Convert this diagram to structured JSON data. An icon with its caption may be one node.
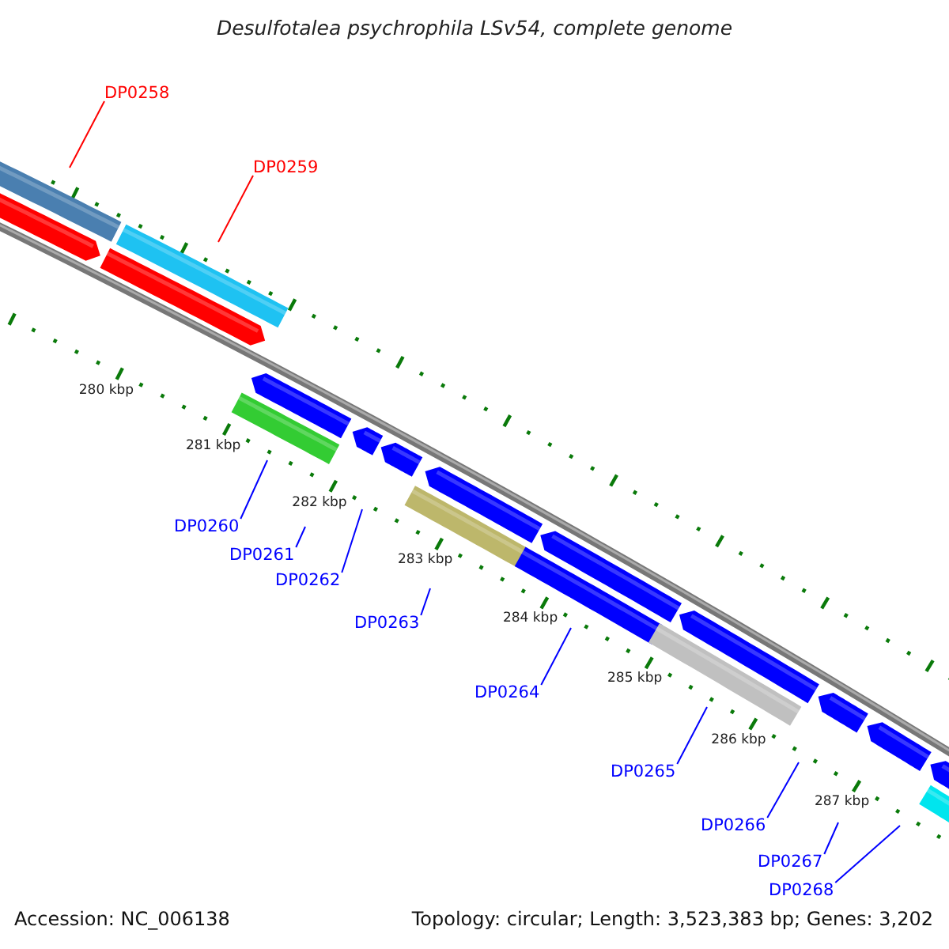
{
  "diagram": {
    "title": "Desulfotalea psychrophila LSv54, complete genome",
    "nodes": [
      {
        "text": [
          "DP0258"
        ]
      },
      {
        "text": [
          "DP0259"
        ]
      },
      {
        "text": [
          "DP0260"
        ]
      },
      {
        "text": [
          "DP0261"
        ]
      },
      {
        "text": [
          "DP0262"
        ]
      },
      {
        "text": [
          "DP0263"
        ]
      },
      {
        "text": [
          "DP0264"
        ]
      },
      {
        "text": [
          "DP0265"
        ]
      },
      {
        "text": [
          "DP0266"
        ]
      },
      {
        "text": [
          "DP0267"
        ]
      },
      {
        "text": [
          "DP0268"
        ]
      }
    ],
    "edges": [
      {
        "from": 0,
        "to": null,
        "arrow": "none",
        "color": "#ff0000"
      },
      {
        "from": 1,
        "to": null,
        "arrow": "none",
        "color": "#ff0000"
      },
      {
        "from": 2,
        "to": null,
        "arrow": "none"
      },
      {
        "from": 3,
        "to": null,
        "arrow": "none"
      },
      {
        "from": 4,
        "to": null,
        "arrow": "none"
      },
      {
        "from": 5,
        "to": null,
        "arrow": "none"
      },
      {
        "from": 6,
        "to": null,
        "arrow": "none"
      },
      {
        "from": 7,
        "to": null,
        "arrow": "none"
      },
      {
        "from": 8,
        "to": null,
        "arrow": "none"
      },
      {
        "from": 9,
        "to": null,
        "arrow": "none"
      },
      {
        "from": 10,
        "to": null,
        "arrow": "none"
      }
    ],
    "labels": [
      "280 kbp",
      "281 kbp",
      "282 kbp",
      "283 kbp",
      "284 kbp",
      "285 kbp",
      "286 kbp",
      "287 kbp",
      "Accession: NC_006138",
      "Topology: circular; Length: 3,523,383 bp; Genes: 3,202"
    ]
  }
}
